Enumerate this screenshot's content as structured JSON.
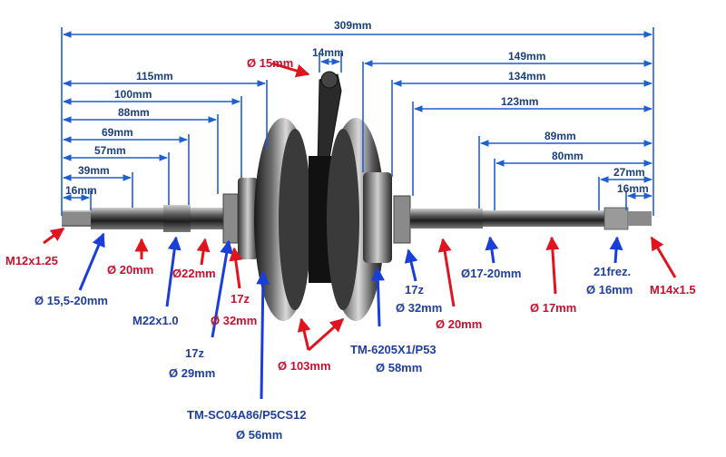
{
  "colors": {
    "dim_line": "#1f5fd0",
    "blue_label": "#1f3f9a",
    "red_label": "#c8102e",
    "shaft": "#2a2a2a"
  },
  "dimensions": {
    "d309": "309mm",
    "d149": "149mm",
    "d134": "134mm",
    "d123": "123mm",
    "d115": "115mm",
    "d100": "100mm",
    "d88": "88mm",
    "d89": "89mm",
    "d80": "80mm",
    "d69": "69mm",
    "d57": "57mm",
    "d39": "39mm",
    "d27": "27mm",
    "d16l": "16mm",
    "d16r": "16mm",
    "d14": "14mm"
  },
  "callouts": {
    "m12": "M12x1.25",
    "d15_20": "Ø 15,5-20mm",
    "d20a": "Ø 20mm",
    "m22": "M22x1.0",
    "d22": "Ø22mm",
    "z17a": "17z",
    "d32a": "Ø 32mm",
    "z17b": "17z",
    "d29": "Ø 29mm",
    "sc04": "TM-SC04A86/P5CS12",
    "d56": "Ø 56mm",
    "d103": "Ø 103mm",
    "tm6205": "TM-6205X1/P53",
    "d58": "Ø 58mm",
    "z17c": "17z",
    "d32b": "Ø 32mm",
    "d20b": "Ø 20mm",
    "d17_20": "Ø17-20mm",
    "d17": "Ø 17mm",
    "frez": "21frez.",
    "d16": "Ø 16mm",
    "m14": "M14x1.5",
    "d15pin": "Ø 15mm"
  }
}
